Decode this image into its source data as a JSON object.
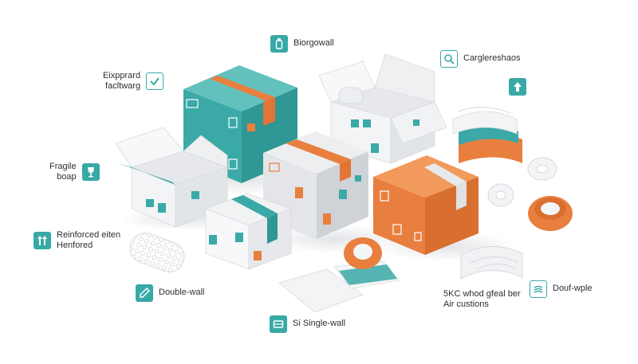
{
  "colors": {
    "teal": "#3aa9a7",
    "orange": "#e97f3e",
    "grey_box": "#dcdee2",
    "white_box": "#f4f5f7",
    "text": "#2a2f33"
  },
  "labels": {
    "biorgowall": {
      "text": "Biorgowall",
      "icon": "bottle-icon"
    },
    "carglere": {
      "text": "Carglereshaos",
      "icon": "magnifier-icon"
    },
    "up_arrow": {
      "icon": "up-arrow-icon"
    },
    "eixpprard": {
      "line1": "Eixpprard",
      "line2": "facltwarg",
      "icon": "checkmark-icon"
    },
    "fragile": {
      "line1": "Fragile",
      "line2": "boap",
      "icon": "fragile-icon"
    },
    "reinforced": {
      "line1": "Reinforced eiten",
      "line2": "Henfored",
      "icon": "stacked-arrows-icon"
    },
    "double_wall": {
      "text": "Double-wall",
      "icon": "pen-icon"
    },
    "single_wall": {
      "text": "Si Single-wall",
      "icon": "box-outline-icon"
    },
    "air_cushions": {
      "line1": "5KC whod gfeal ber",
      "line2": "Air custions"
    },
    "dougwple": {
      "text": "Douf-wple",
      "icon": "layers-icon"
    }
  }
}
